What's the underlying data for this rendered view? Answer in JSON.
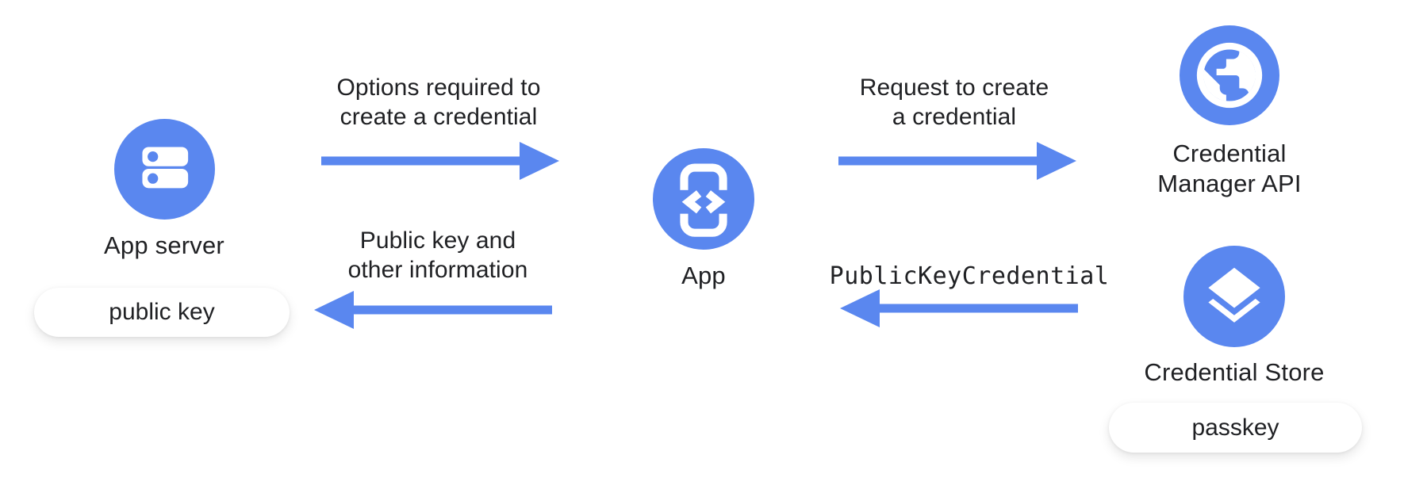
{
  "colors": {
    "accent": "#5a87ef",
    "text": "#202124",
    "background": "#ffffff",
    "icon_fg": "#ffffff",
    "pill_bg": "#ffffff"
  },
  "nodes": {
    "app_server": {
      "label": "App server",
      "badge": "public key",
      "icon": "server-icon"
    },
    "app": {
      "label": "App",
      "icon": "mobile-code-icon"
    },
    "credential_manager_api": {
      "label_line1": "Credential",
      "label_line2": "Manager API",
      "icon": "globe-icon"
    },
    "credential_store": {
      "label": "Credential Store",
      "badge": "passkey",
      "icon": "layers-icon"
    }
  },
  "arrows": [
    {
      "label_line1": "Options required to",
      "label_line2": "create a credential",
      "direction": "right",
      "from": "App server",
      "to": "App"
    },
    {
      "label_line1": "Request to create",
      "label_line2": "a credential",
      "direction": "right",
      "from": "App",
      "to": "Credential Manager API"
    },
    {
      "label_line1": "Public key and",
      "label_line2": "other information",
      "direction": "left",
      "from": "App",
      "to": "App server"
    },
    {
      "label_line1": "PublicKeyCredential",
      "direction": "left",
      "from": "Credential Store",
      "to": "App",
      "style": "monospace"
    }
  ]
}
